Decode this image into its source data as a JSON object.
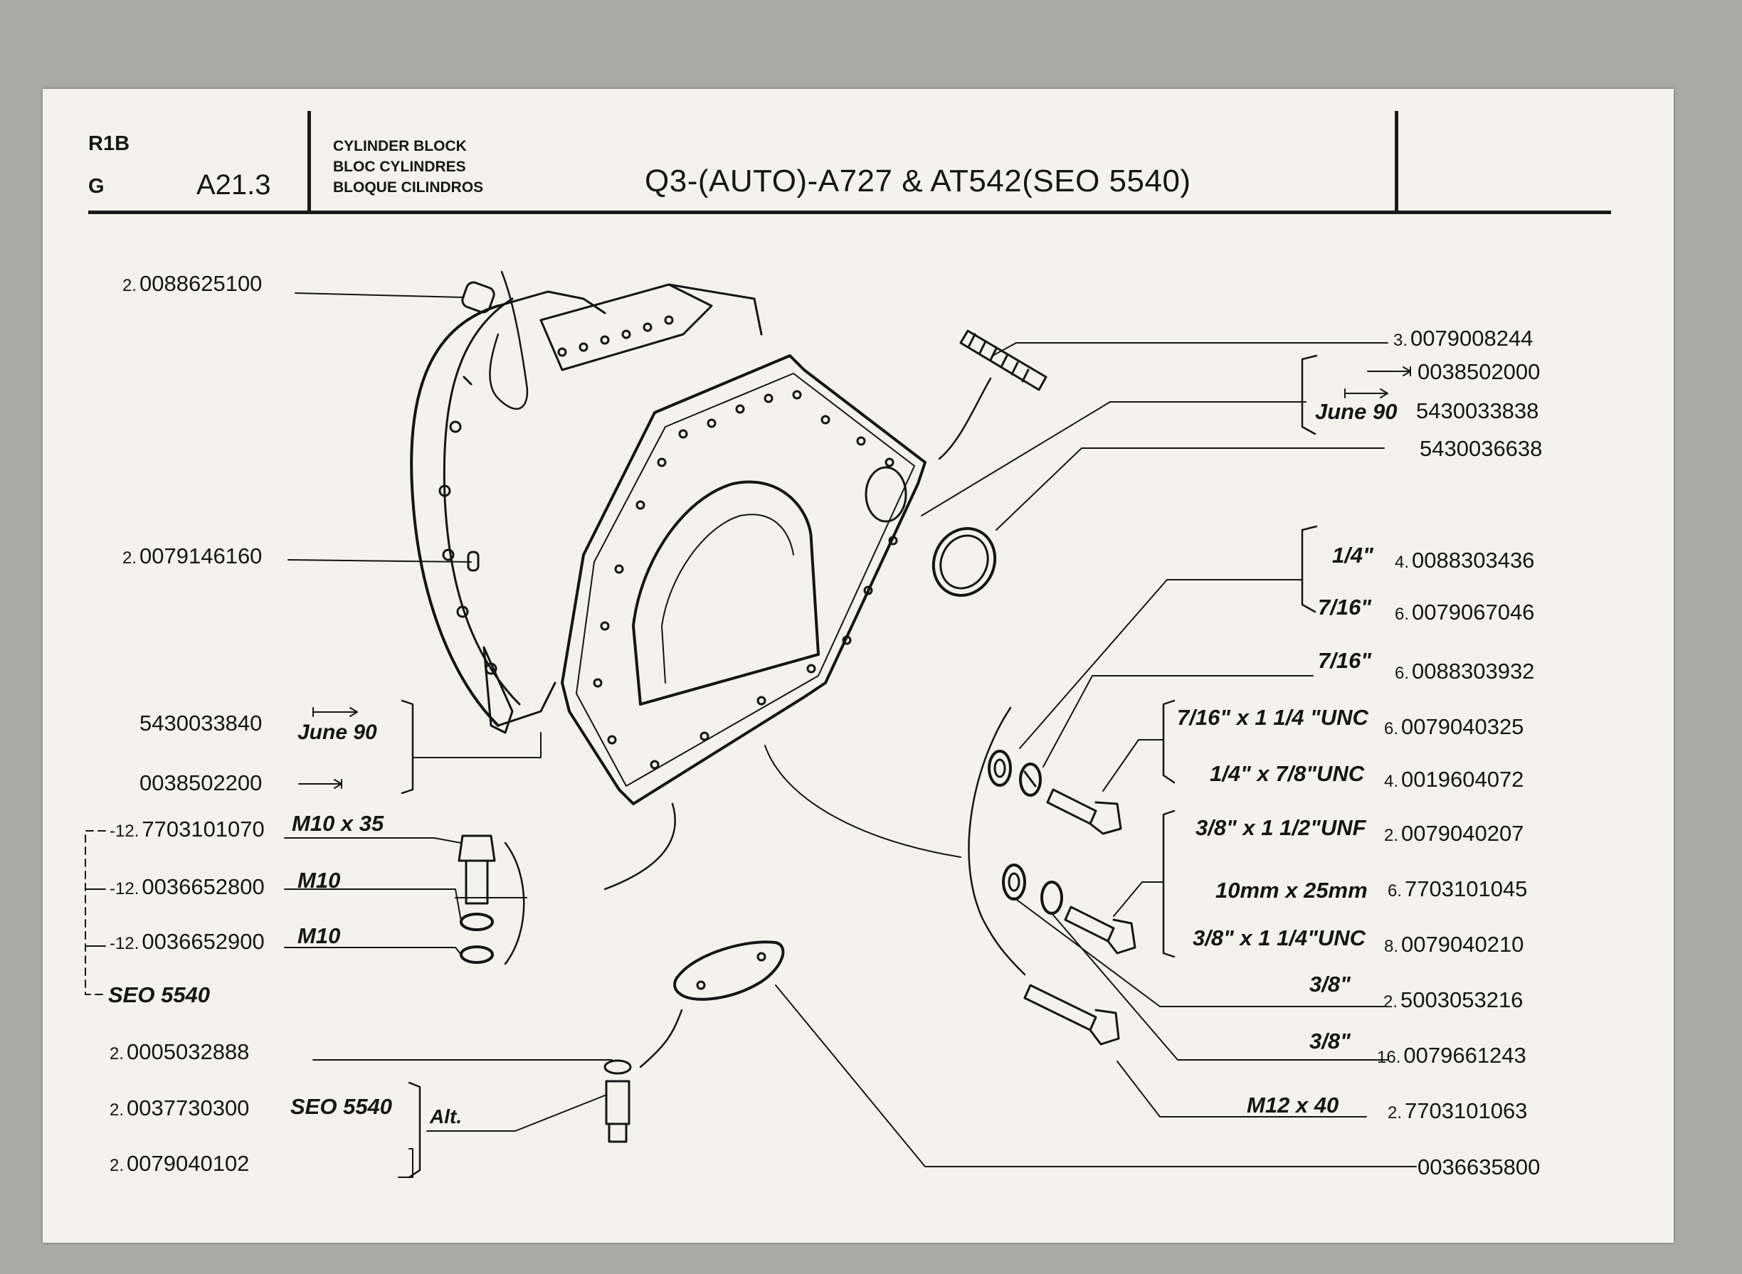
{
  "header": {
    "code_line1": "R1B",
    "code_line2": "G",
    "section": "A21.3",
    "description": [
      "CYLINDER BLOCK",
      "BLOC CYLINDRES",
      "BLOQUE CILINDROS"
    ],
    "title": "Q3-(AUTO)-A727 & AT542(SEO 5540)"
  },
  "callouts_left": [
    {
      "qty": "2.",
      "part": "0088625100"
    },
    {
      "qty": "2.",
      "part": "0079146160"
    },
    {
      "qty": "",
      "part": "5430033840",
      "note": "June 90"
    },
    {
      "qty": "",
      "part": "0038502200"
    },
    {
      "qty": "-12.",
      "part": "7703101070",
      "spec": "M10 x 35"
    },
    {
      "qty": "-12.",
      "part": "0036652800",
      "spec": "M10"
    },
    {
      "qty": "-12.",
      "part": "0036652900",
      "spec": "M10"
    },
    {
      "qty": "",
      "part": "",
      "spec": "SEO 5540"
    },
    {
      "qty": "2.",
      "part": "0005032888"
    },
    {
      "qty": "2.",
      "part": "0037730300",
      "spec": "SEO 5540",
      "note": "Alt."
    },
    {
      "qty": "2.",
      "part": "0079040102"
    }
  ],
  "callouts_right": [
    {
      "qty": "3.",
      "part": "0079008244",
      "spec": ""
    },
    {
      "qty": "",
      "part": "0038502000",
      "spec": ""
    },
    {
      "qty": "",
      "part": "5430033838",
      "spec": "June 90"
    },
    {
      "qty": "",
      "part": "5430036638",
      "spec": ""
    },
    {
      "qty": "4.",
      "part": "0088303436",
      "spec": "1/4\""
    },
    {
      "qty": "6.",
      "part": "0079067046",
      "spec": "7/16\""
    },
    {
      "qty": "6.",
      "part": "0088303932",
      "spec": "7/16\""
    },
    {
      "qty": "6.",
      "part": "0079040325",
      "spec": "7/16\" x 1 1/4 \"UNC"
    },
    {
      "qty": "4.",
      "part": "0019604072",
      "spec": "1/4\" x 7/8\"UNC"
    },
    {
      "qty": "2.",
      "part": "0079040207",
      "spec": "3/8\" x 1 1/2\"UNF"
    },
    {
      "qty": "6.",
      "part": "7703101045",
      "spec": "10mm x 25mm"
    },
    {
      "qty": "8.",
      "part": "0079040210",
      "spec": "3/8\" x 1 1/4\"UNC"
    },
    {
      "qty": "2.",
      "part": "5003053216",
      "spec": "3/8\""
    },
    {
      "qty": "16.",
      "part": "0079661243",
      "spec": "3/8\""
    },
    {
      "qty": "2.",
      "part": "7703101063",
      "spec": "M12 x 40"
    },
    {
      "qty": "",
      "part": "0036635800",
      "spec": ""
    }
  ],
  "colors": {
    "paper": "#f3f2ec",
    "background": "#a9a9a5",
    "ink": "#151515"
  }
}
